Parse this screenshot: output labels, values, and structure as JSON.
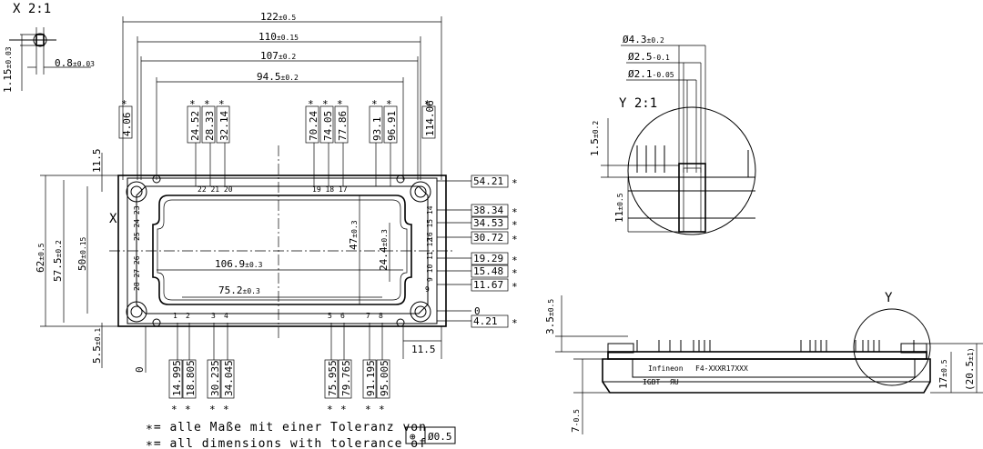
{
  "scale_labels": {
    "detail_x": "X 2:1",
    "detail_y": "Y  2:1",
    "marker_x": "X",
    "marker_y": "Y"
  },
  "top_view": {
    "width_dims": [
      {
        "value": "122",
        "tol": "±0.5"
      },
      {
        "value": "110",
        "tol": "±0.15"
      },
      {
        "value": "107",
        "tol": "±0.2"
      },
      {
        "value": "94.5",
        "tol": "±0.2"
      }
    ],
    "left_dims": [
      {
        "value": "62",
        "tol": "±0.5"
      },
      {
        "value": "57.5",
        "tol": "±0.2"
      },
      {
        "value": "50",
        "tol": "±0.15"
      },
      {
        "value": "5.5",
        "tol": "±0.1"
      }
    ],
    "height_11_5_left": "11.5",
    "height_11_5_bottom": "11.5",
    "top_pin_positions": [
      "4.06",
      "24.52",
      "28.33",
      "32.14",
      "70.24",
      "74.05",
      "77.86",
      "93.1",
      "96.91",
      "114.06"
    ],
    "bottom_pin_positions": [
      "14.995",
      "18.805",
      "30.235",
      "34.045",
      "75.955",
      "79.765",
      "91.195",
      "95.005"
    ],
    "right_positions": [
      "54.21",
      "38.34",
      "34.53",
      "30.72",
      "19.29",
      "15.48",
      "11.67",
      "4.21"
    ],
    "right_zero": "0",
    "bottom_zero": "0",
    "inner_dims": [
      {
        "value": "106.9",
        "tol": "±0.3"
      },
      {
        "value": "75.2",
        "tol": "±0.3"
      },
      {
        "value": "47",
        "tol": "±0.3"
      },
      {
        "value": "24.4",
        "tol": "±0.3"
      }
    ],
    "top_pin_numbers": [
      "22 21 20",
      "19 18 17"
    ],
    "bottom_pin_numbers": [
      "1",
      "2",
      "3",
      "4",
      "5",
      "6",
      "7",
      "8"
    ],
    "left_pin_numbers": [
      "25 24 23",
      "28 27 26"
    ],
    "right_pin_numbers": [
      "16 15 14",
      "9 10 11 12",
      "9"
    ]
  },
  "detail_x": {
    "dim_08": "0.8",
    "tol_08": "±0.03",
    "dim_115": "1.15",
    "tol_115": "±0.03"
  },
  "detail_y": {
    "diameters": [
      {
        "value": "Ø4.3",
        "tol": "±0.2"
      },
      {
        "value": "Ø2.5",
        "tol": "-0.1"
      },
      {
        "value": "Ø2.1",
        "tol": "-0.05"
      }
    ],
    "dim_15": "1.5",
    "tol_15": "±0.2",
    "dim_11": "11",
    "tol_11": "±0.5"
  },
  "side_view": {
    "dim_35": "3.5",
    "tol_35": "±0.5",
    "dim_7": "7",
    "tol_7": "-0.5",
    "dim_17": "17",
    "tol_17": "±0.5",
    "dim_205": "(20.5",
    "tol_205": "±1)",
    "brand": "Infineon",
    "part": "F4-XXXR17XXX",
    "type": "IGBT",
    "ul_mark": "ЯU"
  },
  "notes": {
    "star": "∗",
    "line_de": "= alle Maße mit einer Toleranz von",
    "line_en": "= all dimensions with tolerance of",
    "position_symbol": "⊕",
    "tolerance": "Ø0.5"
  }
}
